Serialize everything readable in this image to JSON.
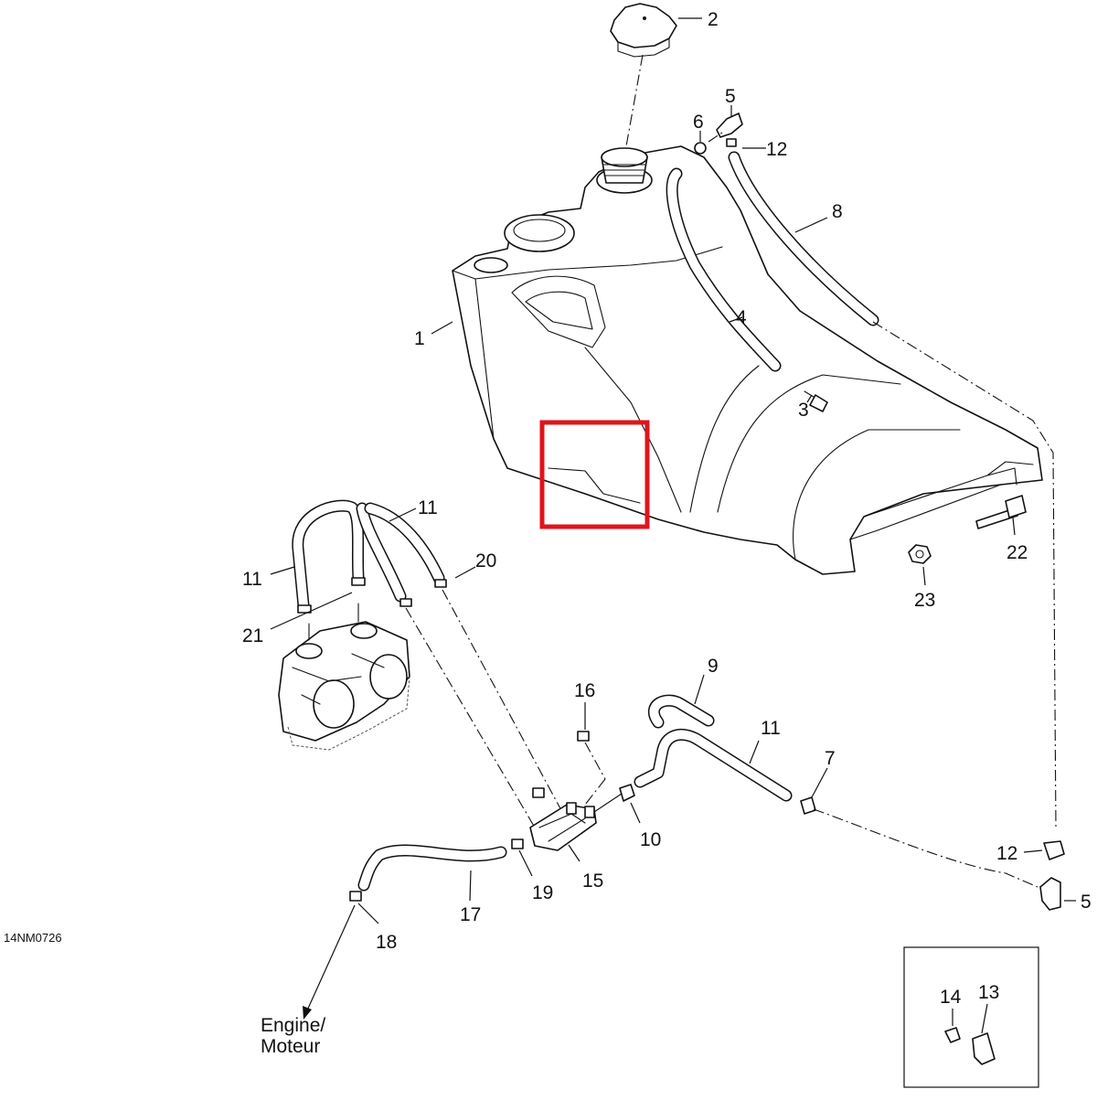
{
  "diagram": {
    "reference_code": "14NM0726",
    "destination_label_line1": "Engine/",
    "destination_label_line2": "Moteur",
    "highlight_color": "#e0141b",
    "callouts": {
      "c1": "1",
      "c2": "2",
      "c3": "3",
      "c4": "4",
      "c5a": "5",
      "c5b": "5",
      "c6": "6",
      "c7": "7",
      "c8": "8",
      "c9": "9",
      "c10": "10",
      "c11a": "11",
      "c11b": "11",
      "c11c": "11",
      "c12a": "12",
      "c12b": "12",
      "c13": "13",
      "c14": "14",
      "c15": "15",
      "c16": "16",
      "c17": "17",
      "c18": "18",
      "c19": "19",
      "c20": "20",
      "c21": "21",
      "c22": "22",
      "c23": "23"
    }
  }
}
